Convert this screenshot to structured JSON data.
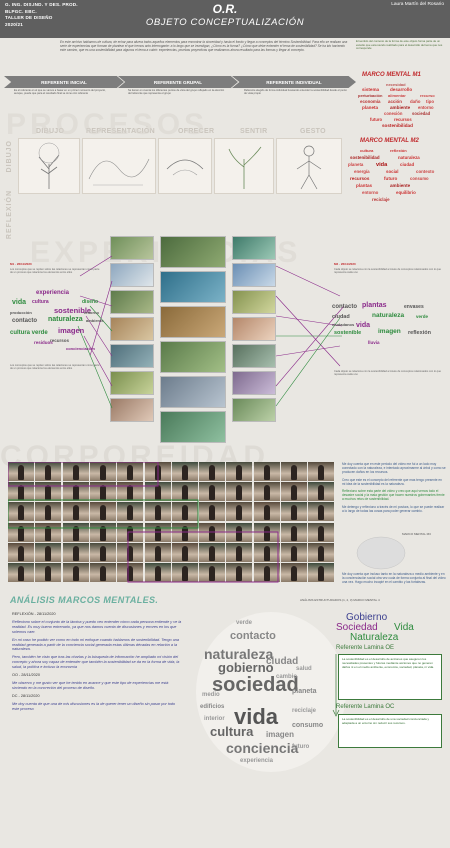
{
  "header": {
    "left_lines": [
      "G. ING. DIS.IND. Y DES. PROD.",
      "BLPGC. EBC.",
      "TALLER DE DISEÑO",
      "2020/21"
    ],
    "title": "O.R.",
    "subtitle": "OBJETO CONCEPTUALIZACIÓN",
    "author": "Laura Martín del Rosario"
  },
  "intro": "En este archivo hablamos de cultura, de echar para afuera todos aquellos elementos para encontrar la sinceridad y hasta el fondo y llegar a conceptos del término Sostenibilidad. Para ello se realizan una serie de experiencias que forman de plantear el que iremos acto interrogante: a lo largo que se investigan, ¿Cómo es la forma? ¿Cómo que debe entender el tema de sostenibilidad? Se ha ido haciendo este camino, que es una sostenibilidad para algunos el tema a cubrir: experiencias, pruebas proyectivas que realizamos ahora resultado para las formas y llegar al concepto.",
  "top_note": "El sentido del contexto de la forma de este objeto forma parte de un estudio que esta siendo realizado para el desarrollo del tema que nos corresponde",
  "referents": [
    {
      "label": "REFERENTE INICIAL",
      "text": "Es el referente en el que se vamos a basar en un primer momento del proyecto, aunque, puede que para el resultado final se tome otro referente"
    },
    {
      "label": "REFERENTE GRUPAL",
      "text": "Se tienen en cuenta los diferentes puntos de vista del grupo reflejado en la elección del referente que representa el grupo"
    },
    {
      "label": "REFERENTE INDIVIDUAL",
      "text": "Referente elegido de forma individual buscando entender la sostenibilidad desde el punto de vista propio"
    }
  ],
  "mental_map_1": {
    "title": "MARCO MENTAL M1",
    "words": [
      "necesidad",
      "sistema",
      "desarrollo",
      "perturbación",
      "alimentar",
      "recurso",
      "economía",
      "acción",
      "daño",
      "tipo",
      "planeta",
      "ambiente",
      "entorno",
      "conexión",
      "sociedad",
      "futuro",
      "recursos",
      "sostenibilidad"
    ]
  },
  "mental_map_2": {
    "title": "MARCO MENTAL M2",
    "words": [
      "cultura",
      "reflexión",
      "sostenibilidad",
      "naturaleza",
      "planeta",
      "vida",
      "ciudad",
      "energía",
      "social",
      "contexto",
      "recursos",
      "futuro",
      "consumo",
      "plantas",
      "ambiente",
      "entorno",
      "equilibrio",
      "reciclaje"
    ]
  },
  "stages": {
    "vertical": [
      "DIBUJO",
      "REFLEXIÓN"
    ],
    "columns": [
      "DIBUJO",
      "REPRESENTACIÓN",
      "OFRECER",
      "SENTIR",
      "GESTO"
    ],
    "big_word_1": "PROCESOS",
    "big_word_2": "EXPERIENCIAS",
    "big_word_3": "CORPOREIDAD"
  },
  "mid_left": {
    "label": "M1 - 26/11/2020",
    "note": "Los conceptos que se repiten sobre las relaciones se representan como parte de un proceso que relaciona los elementos entre ellos",
    "cloud": [
      "experiencia",
      "vida",
      "cultura",
      "sostenible",
      "diseño",
      "naturaleza",
      "contacto",
      "imagen",
      "ambiente",
      "cultura verde",
      "recursos",
      "residuos",
      "producción",
      "entorno",
      "concienciación"
    ]
  },
  "mid_right": {
    "label": "M2 - 26/11/2020",
    "note": "Cada objeto se relaciona con la sostenibilidad a través de conceptos relacionados con lo que representa cada uno",
    "cloud": [
      "contacto",
      "plantas",
      "ciudad",
      "vida",
      "naturaleza",
      "envases",
      "imagen",
      "sostenible",
      "reflexión",
      "ciudadanos",
      "verde",
      "lluvia"
    ]
  },
  "video_text": [
    "Me doy cuenta que en este periodo del vídeo me fui a un lado muy conectado con la naturaleza, e intentado aproximarme al árbol y como se producen daños en los recursos.",
    "Creo que este es el concepto del referente que mas tengo presente en mi idea de la sostenibilidad es la naturaleza.",
    "Reflexiono sobre esta parte del vídeo y creo que aquí vemos todo el desastre social y la mala gestión que hacen nuestros gobernantes frente a muchos retos de sostenibilidad.",
    "Me detengo y reflexiono a través de mi postura, lo que se puede realizar a lo largo de todas las cosas para poder generar cambio.",
    "Me doy cuenta que incluso tanto en la naturaleza o medio ambiente y en la concienciación social otra vez cuda de forma conjunta al final del vídeo una vez. Hago mucho incapié en el cambio y las fortalezas."
  ],
  "video_caption": "MARCO MENTAL M3",
  "analysis": {
    "title": "ANÁLISIS MARCOS MENTALES.",
    "caption": "ANÁLISIS ESTRUCTURADOS (1, 2, 3) MARCO MENTAL 4",
    "reflection_date": "REFLEXIÓN - 28/11/2020",
    "paragraphs": [
      "Reflexiono sobre el conjunto de la lámina y puedo veo entender cómo cada persona entiende y ve la realidad. Es muy bueno entrenarlo, ya que nos damos cuenta de discusiones y errores en los que solemos caer.",
      "En mi caso he podido ver como en todo mi enfoque cuando hablamos de sostenibilidad. Tengo una realidad generada a partir de la conciencia social generada estas últimas décadas en relación a la naturaleza.",
      "Pero, también he visto que tras las charlas y la búsqueda de información he ampliado mi visión del concepto y ahora soy capaz de entender que también la sostenibilidad se da en la forma de vida, la salud, la política e incluso la economía",
      "OO - 28/11/2020",
      "Me observo y me gusto ver que he tenido en avance y que este tipo de experiencias me está sirviendo en la concreción del proceso de diseño.",
      "DC - 28/11/2020",
      "Me doy cuenta de que una de mis discusiones es la de querer tener un diseño sin pasar por todo este proceso"
    ],
    "cloud": [
      "sociedad",
      "vida",
      "naturaleza",
      "ciudad",
      "cultura",
      "conciencia",
      "gobierno",
      "contacto",
      "edificios",
      "planeta",
      "consumo",
      "medio",
      "verde",
      "reciclaje",
      "imagen",
      "cambio",
      "experiencia",
      "futuro",
      "interior",
      "salud"
    ],
    "ref_oe": {
      "title": "Referente Lamina OE",
      "words": [
        "Gobierno",
        "Sociedad",
        "Vida",
        "Naturaleza"
      ],
      "box_text": "La sostenibilidad es el desarrollo de acciones que aseguren los necesidades presentes y futuras mediante acciones que no generen daños ni en el medio ambiente, economía, sociedad, planeta, ni vida."
    },
    "ref_oc": {
      "title": "Referente Lamina OC",
      "box_text": "La sostenibilidad es el desarrollo de una sociedad concienciada y adaptada a un entorno sin reducir sus recursos."
    }
  },
  "colors": {
    "accent_red": "#c0282b",
    "header_gray": "#5f5f5f",
    "green": "#3c7a3c",
    "teal": "#6bb0a0",
    "purple": "#8a2a8a"
  }
}
